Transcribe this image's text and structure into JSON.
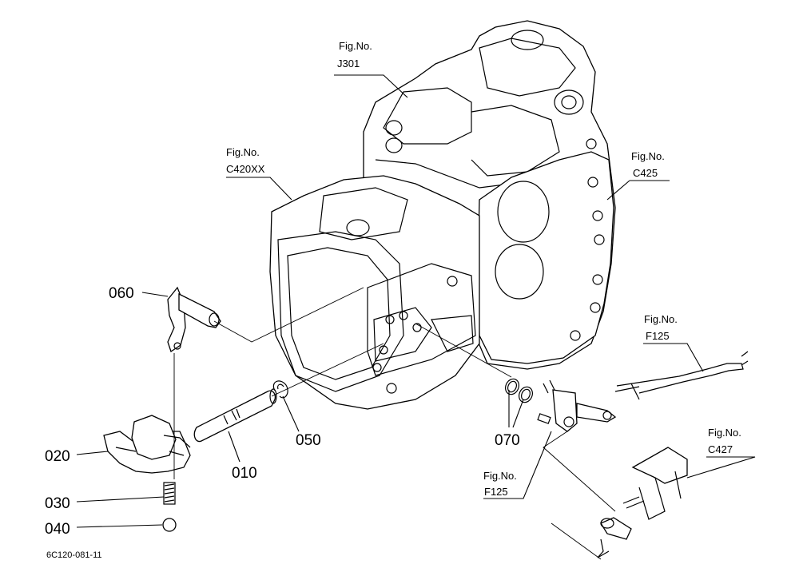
{
  "figure_refs": {
    "j301": {
      "fig": "Fig.No.",
      "code": "J301"
    },
    "c420xx": {
      "fig": "Fig.No.",
      "code": "C420XX"
    },
    "c425": {
      "fig": "Fig.No.",
      "code": "C425"
    },
    "f125_upper": {
      "fig": "Fig.No.",
      "code": "F125"
    },
    "f125_lower": {
      "fig": "Fig.No.",
      "code": "F125"
    },
    "c427": {
      "fig": "Fig.No.",
      "code": "C427"
    }
  },
  "parts": {
    "p060": "060",
    "p020": "020",
    "p030": "030",
    "p040": "040",
    "p010": "010",
    "p050": "050",
    "p070": "070"
  },
  "drawing_code": "6C120-081-11"
}
